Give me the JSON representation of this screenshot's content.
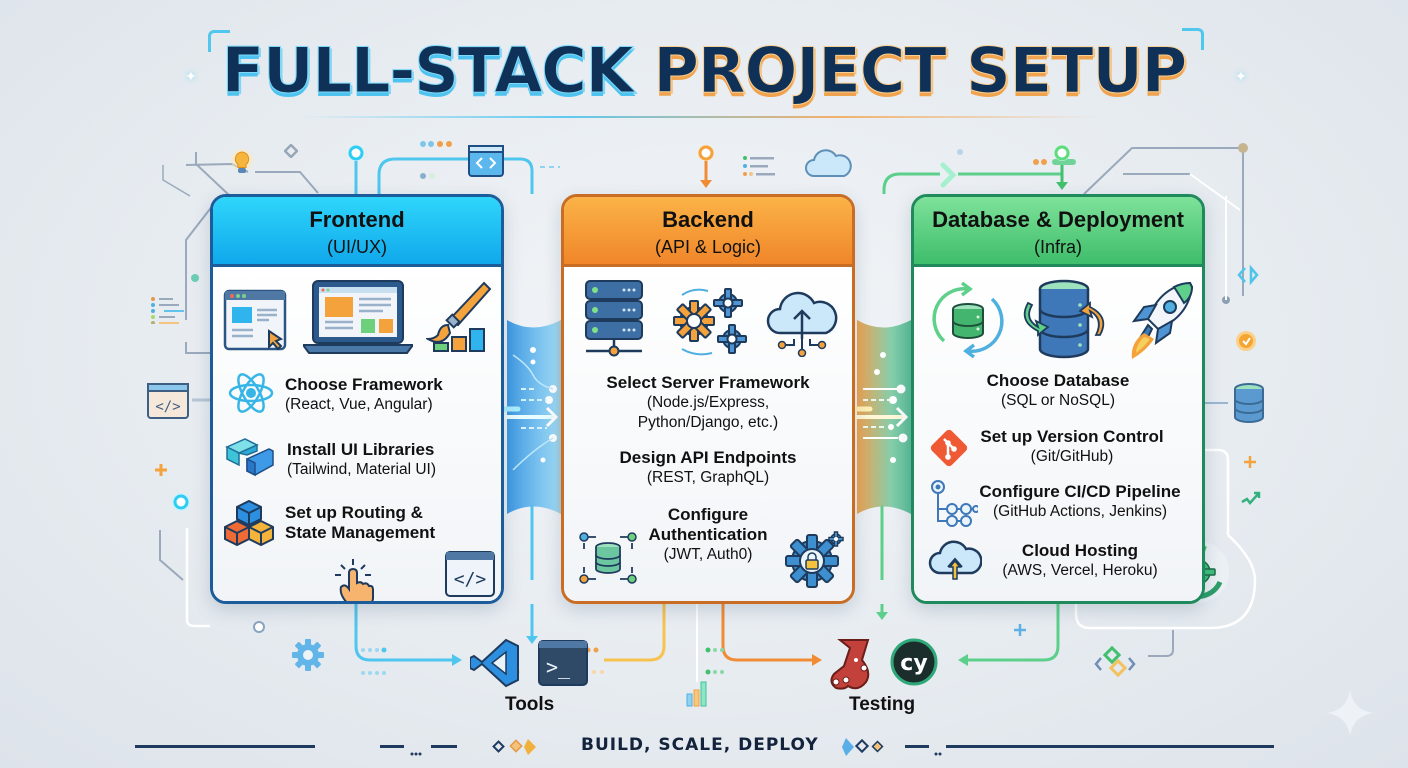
{
  "title": {
    "part1": "FULL-STACK",
    "part2": "PROJECT SETUP"
  },
  "columns": [
    {
      "key": "frontend",
      "heading": "Frontend",
      "subheading": "(UI/UX)",
      "accent": "#19b7f0",
      "items": [
        {
          "title": "Choose Framework",
          "detail": "(React, Vue, Angular)",
          "icon": "react-atom-icon"
        },
        {
          "title": "Install UI Libraries",
          "detail": "(Tailwind, Material UI)",
          "icon": "ui-library-blocks-icon"
        },
        {
          "title": "Set up Routing &",
          "detail": "State Management",
          "icon": "cubes-icon"
        }
      ],
      "header_icons": [
        "browser-window-cursor-icon",
        "laptop-icon",
        "paintbrush-chart-icon"
      ]
    },
    {
      "key": "backend",
      "heading": "Backend",
      "subheading": "(API & Logic)",
      "accent": "#f28c2b",
      "items": [
        {
          "title": "Select Server Framework",
          "detail": "(Node.js/Express,",
          "detail2": "Python/Django, etc.)"
        },
        {
          "title": "Design API Endpoints",
          "detail": "(REST, GraphQL)"
        },
        {
          "title": "Configure",
          "title2": "Authentication",
          "detail": "(JWT, Auth0)"
        }
      ],
      "header_icons": [
        "server-rack-icon",
        "gears-icon",
        "cloud-upload-icon"
      ]
    },
    {
      "key": "database",
      "heading": "Database & Deployment",
      "subheading": "(Infra)",
      "accent": "#43c06e",
      "items": [
        {
          "title": "Choose Database",
          "detail": "(SQL or NoSQL)"
        },
        {
          "title": "Set up Version Control",
          "detail": "(Git/GitHub)",
          "icon": "git-icon"
        },
        {
          "title": "Configure CI/CD Pipeline",
          "detail": "(GitHub Actions, Jenkins)",
          "icon": "pipeline-icon"
        },
        {
          "title": "Cloud Hosting",
          "detail": "(AWS, Vercel, Heroku)",
          "icon": "cloud-upload-icon"
        }
      ],
      "header_icons": [
        "database-sync-icon",
        "database-migrate-icon",
        "rocket-icon"
      ]
    }
  ],
  "bottom": {
    "tools_label": "Tools",
    "testing_label": "Testing",
    "tools_icons": [
      "vscode-icon",
      "terminal-icon"
    ],
    "testing_icons": [
      "jest-icon",
      "cypress-icon"
    ],
    "cypress_text": "cy",
    "terminal_text": ">_"
  },
  "footer": {
    "tagline": "BUILD, SCALE, DEPLOY"
  },
  "code_glyph": "</>",
  "code_glyph_small": "< >"
}
